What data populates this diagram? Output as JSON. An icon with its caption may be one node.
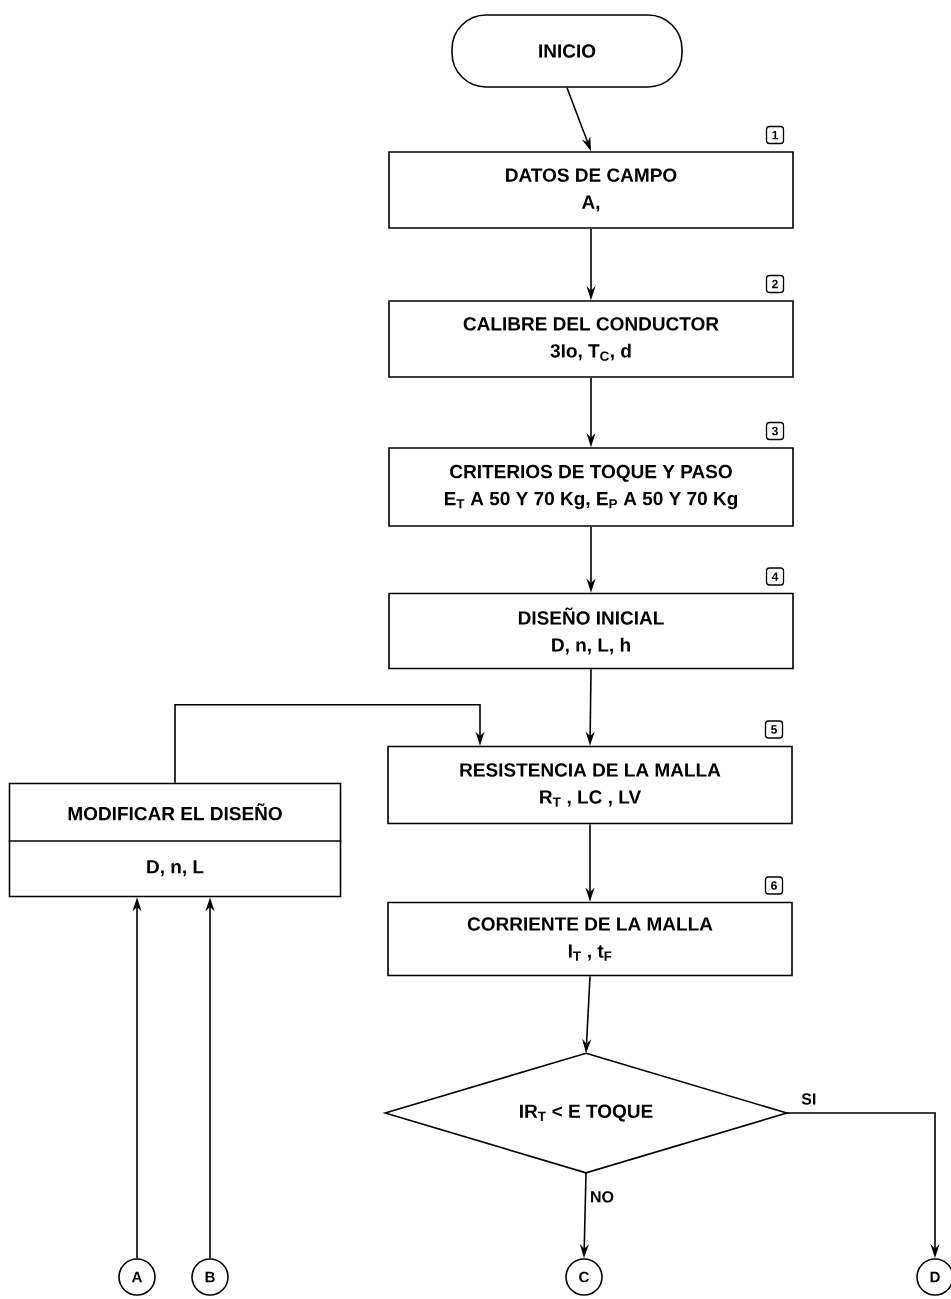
{
  "diagram": {
    "nodes": [
      {
        "text": [
          "INICIO"
        ]
      },
      {
        "text": [
          "DATOS DE CAMPO",
          "A,"
        ],
        "beside": [
          "1"
        ]
      },
      {
        "text": [
          "CALIBRE DEL CONDUCTOR",
          "3Io, T$_{C}$, d"
        ],
        "beside": [
          "2"
        ]
      },
      {
        "text": [
          "CRITERIOS DE TOQUE Y PASO",
          "E$_{T}$ A 50 Y 70 Kg, E$_{P}$ A 50 Y 70 Kg"
        ],
        "beside": [
          "3"
        ]
      },
      {
        "text": [
          "DISEÑO INICIAL",
          "D, n, L, h"
        ],
        "beside": [
          "4"
        ]
      },
      {
        "text": [
          "RESISTENCIA DE LA MALLA",
          "R$_{T}$ , LC , LV"
        ],
        "beside": [
          "5"
        ]
      },
      {
        "text": [
          "MODIFICAR EL DISEÑO",
          "D, n, L"
        ]
      },
      {
        "text": [
          "CORRIENTE DE LA MALLA",
          "I$_{T}$ , t$_{F}$"
        ],
        "beside": [
          "6"
        ]
      },
      {
        "text": [
          "IR$_{T}$ < E TOQUE"
        ]
      },
      {
        "text": [
          "A"
        ]
      },
      {
        "text": [
          "B"
        ]
      },
      {
        "text": [
          "C"
        ]
      },
      {
        "text": [
          "D"
        ]
      }
    ],
    "edges": [
      {
        "from": 0,
        "to": 1,
        "arrow": "to"
      },
      {
        "from": 1,
        "to": 2,
        "arrow": "to"
      },
      {
        "from": 2,
        "to": 3,
        "arrow": "to"
      },
      {
        "from": 3,
        "to": 4,
        "arrow": "to"
      },
      {
        "from": 4,
        "to": 5,
        "arrow": "to"
      },
      {
        "from": 6,
        "to": 5,
        "arrow": "to"
      },
      {
        "from": 5,
        "to": 7,
        "arrow": "to"
      },
      {
        "from": 7,
        "to": 8,
        "arrow": "to"
      },
      {
        "from": 8,
        "to": 11,
        "arrow": "to",
        "label": "NO"
      },
      {
        "from": 8,
        "to": 12,
        "arrow": "to",
        "label": "SI"
      },
      {
        "from": 9,
        "to": 6,
        "arrow": "to"
      },
      {
        "from": 10,
        "to": 6,
        "arrow": "to"
      }
    ]
  }
}
